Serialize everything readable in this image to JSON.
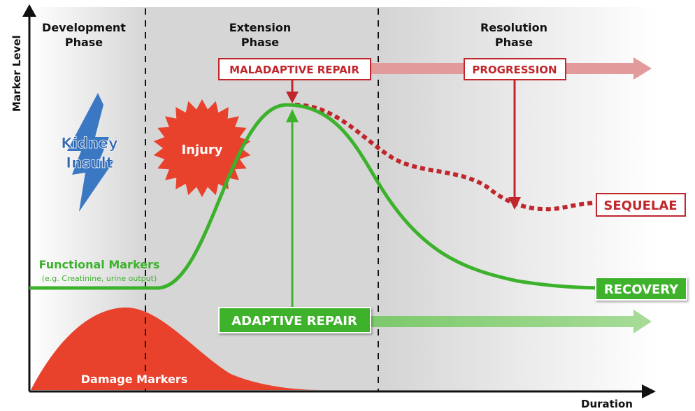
{
  "axes": {
    "y_label": "Marker Level",
    "x_label": "Duration"
  },
  "phases": [
    {
      "line1": "Development",
      "line2": "Phase"
    },
    {
      "line1": "Extension",
      "line2": "Phase"
    },
    {
      "line1": "Resolution",
      "line2": "Phase"
    }
  ],
  "insult": {
    "line1": "Kidney",
    "line2": "Insult"
  },
  "injury": {
    "label": "Injury"
  },
  "functional_markers": {
    "label": "Functional Markers",
    "sublabel": "(e.g. Creatinine, urine output)"
  },
  "damage_markers": {
    "label": "Damage Markers"
  },
  "boxes": {
    "maladaptive_repair": "MALADAPTIVE REPAIR",
    "progression": "PROGRESSION",
    "sequelae": "SEQUELAE",
    "adaptive_repair": "ADAPTIVE REPAIR",
    "recovery": "RECOVERY"
  },
  "colors": {
    "green": "#3cb22c",
    "red": "#e8412c",
    "dark_red": "#c0272d",
    "pink_arrow": "#e39a9a",
    "light_green_arrow": "#9fd88f",
    "blue": "#3b78c4"
  }
}
